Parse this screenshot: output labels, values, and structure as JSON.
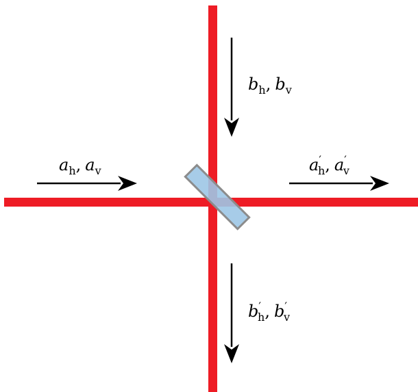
{
  "colors": {
    "beam": "#ee1c25",
    "splitter_fill": "#9dc6e6",
    "splitter_stroke": "#8c8c8c",
    "arrow": "#000000",
    "background": "#ffffff"
  },
  "labels": {
    "input_a": {
      "var1": "a",
      "sub1": "h",
      "comma": ",",
      "var2": "a",
      "sub2": "v",
      "prime": ""
    },
    "input_b": {
      "var1": "b",
      "sub1": "h",
      "comma": ",",
      "var2": "b",
      "sub2": "v",
      "prime": ""
    },
    "output_a": {
      "var1": "a",
      "sub1": "h",
      "comma": ",",
      "var2": "a",
      "sub2": "v",
      "prime": "′"
    },
    "output_b": {
      "var1": "b",
      "sub1": "h",
      "comma": ",",
      "var2": "b",
      "sub2": "v",
      "prime": "′"
    }
  }
}
